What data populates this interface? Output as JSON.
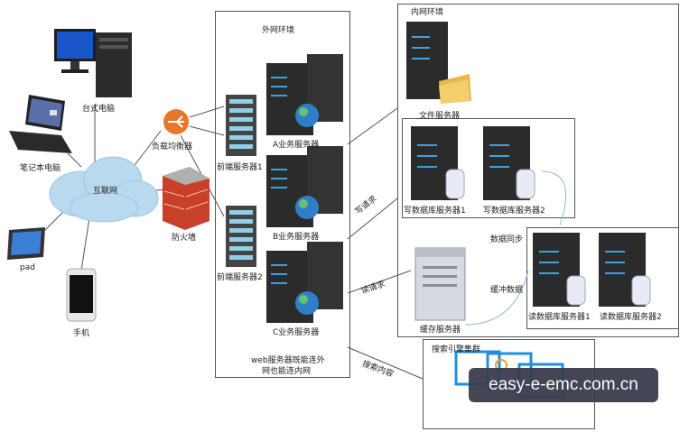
{
  "zones": {
    "outer": "外网环境",
    "inner": "内网环境",
    "search": "搜索引擎集群"
  },
  "nodes": {
    "desktop": "台式电脑",
    "laptop": "笔记本电脑",
    "pad": "pad",
    "phone": "手机",
    "internet": "互联网",
    "load_balancer": "负载均衡器",
    "firewall": "防火墙",
    "front1": "前端服务器1",
    "front2": "前端服务器2",
    "biz_a": "A业务服务器",
    "biz_b": "B业务服务器",
    "biz_c": "C业务服务器",
    "web_note_line1": "web服务器既能连外",
    "web_note_line2": "网也能连内网",
    "file_server": "文件服务器",
    "write_db1": "写数据库服务器1",
    "write_db2": "写数据库服务器2",
    "read_db1": "读数据库服务器1",
    "read_db2": "读数据库服务器2",
    "cache_server": "缓存服务器"
  },
  "edges": {
    "write_req": "写请求",
    "read_req": "读请求",
    "data_sync": "数据同步",
    "cache_data": "缓冲数据",
    "search_content": "搜索内容"
  },
  "watermark": "easy-e-emc.com.cn",
  "colors": {
    "server_body": "#2b2b2b",
    "server_light": "#3da3e0",
    "cloud": "#b9d9ee",
    "firewall": "#c8402a",
    "balancer": "#e8762b",
    "globe": "#2f7fc8"
  }
}
